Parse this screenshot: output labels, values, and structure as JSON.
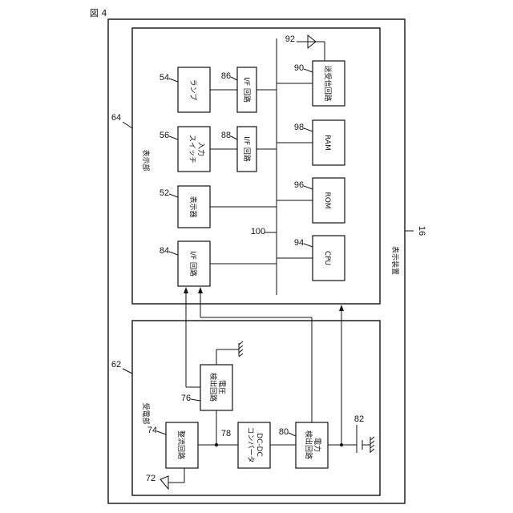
{
  "figure_label": "図 4",
  "refs": {
    "device": "16",
    "display_unit": "64",
    "power_unit": "62",
    "lamp": "54",
    "if_lamp": "86",
    "input_switch": "56",
    "if_switch": "88",
    "display": "52",
    "if_main": "84",
    "antenna_top": "92",
    "transceiver": "90",
    "ram": "98",
    "rom": "96",
    "cpu": "94",
    "bus": "100",
    "rectifier": "74",
    "antenna_bottom": "72",
    "voltage_detect": "76",
    "node": "78",
    "power_detect": "80",
    "battery": "82"
  },
  "labels": {
    "display_device": "表示装置",
    "display_unit": "表示部",
    "power_unit": "受電部",
    "lamp": "ランプ",
    "if_circuit": "I/F 回路",
    "input_switch_1": "入力",
    "input_switch_2": "スイッチ",
    "display": "表示器",
    "transceiver": "送受信回路",
    "ram": "RAM",
    "rom": "ROM",
    "cpu": "CPU",
    "rectifier": "整流回路",
    "dcdc_1": "DC-DC",
    "dcdc_2": "コンバータ",
    "voltage_1": "電圧",
    "voltage_2": "検出回路",
    "power_1": "電力",
    "power_2": "検出回路"
  }
}
